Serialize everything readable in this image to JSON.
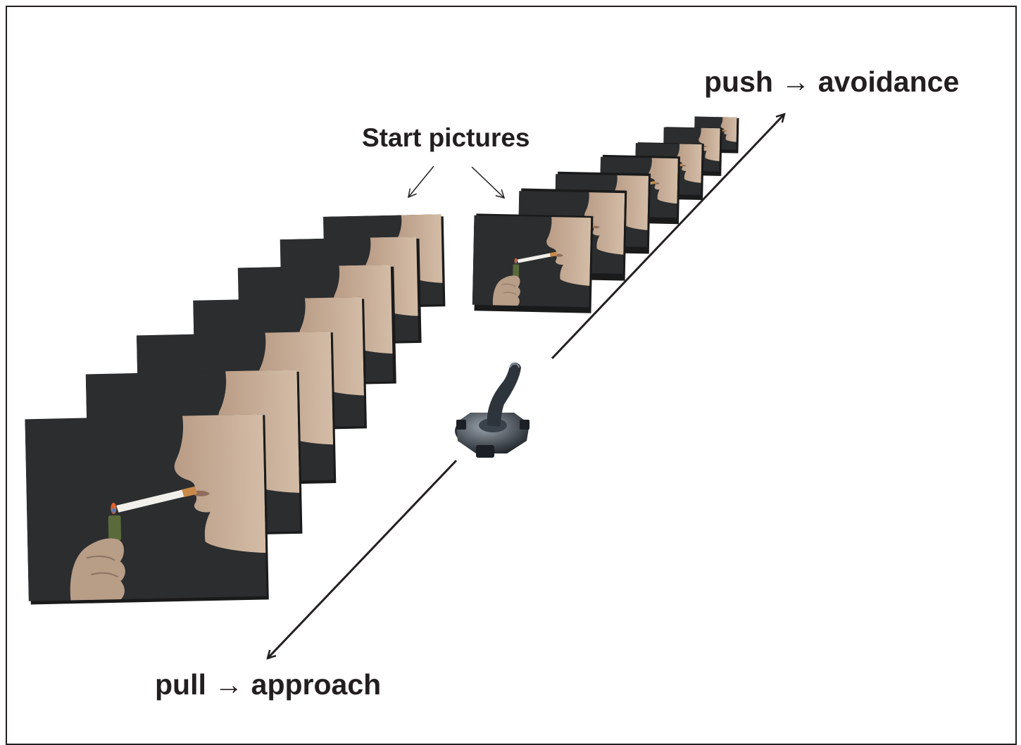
{
  "labels": {
    "push": "push → avoidance",
    "pull": "pull → approach",
    "start": "Start pictures"
  },
  "colors": {
    "ink": "#231f20",
    "photo_background": "#2b2d2f",
    "skin": "#c9ae98",
    "cigarette": "#f2f0ea",
    "filter": "#c88a4a",
    "flame": "#e0602c"
  },
  "icons": {
    "device": "joystick-icon",
    "picture": "smoking-photo"
  },
  "stacks": {
    "left_count": 7,
    "right_count": 7
  }
}
